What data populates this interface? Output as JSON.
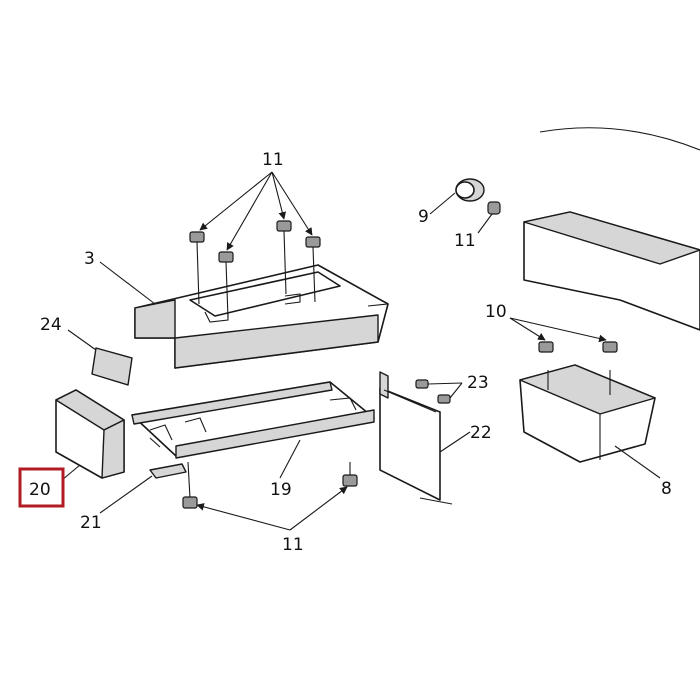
{
  "labels": {
    "l11_top": "11",
    "l9": "9",
    "l11_right": "11",
    "l3": "3",
    "l10": "10",
    "l24": "24",
    "l23": "23",
    "l22": "22",
    "l19": "19",
    "l20": "20",
    "l8": "8",
    "l21": "21",
    "l11_bottom": "11"
  },
  "highlighted_label": "20",
  "colors": {
    "highlight": "#b01c22",
    "line": "#1a1a1a",
    "shade": "#d6d6d6"
  }
}
